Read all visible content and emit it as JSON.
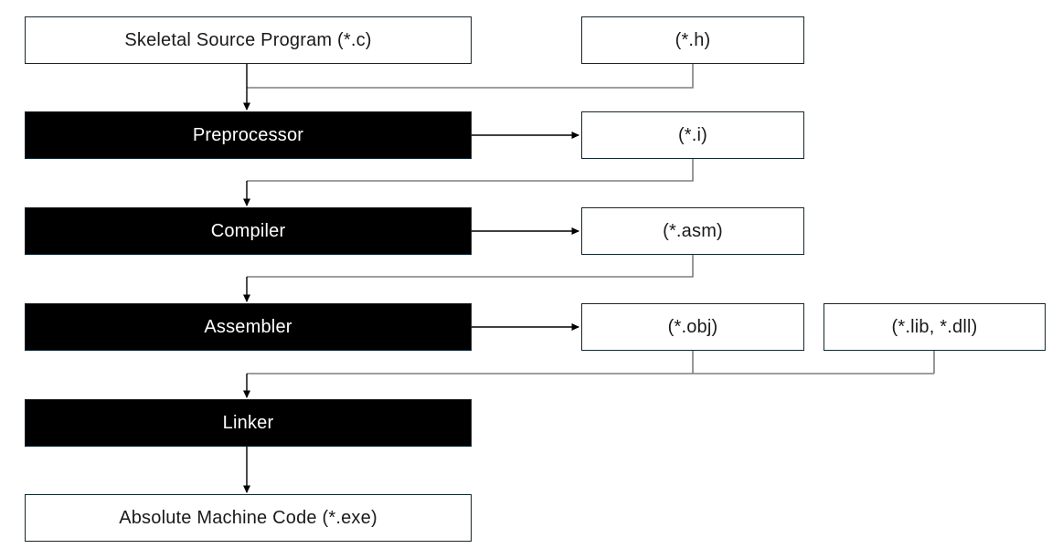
{
  "diagram": {
    "description": "C program build pipeline flowchart",
    "boxes": {
      "source": {
        "label": "Skeletal Source Program (*.c)",
        "type": "artifact"
      },
      "header": {
        "label": "(*.h)",
        "type": "artifact"
      },
      "preprocessor": {
        "label": "Preprocessor",
        "type": "process"
      },
      "preprocessed": {
        "label": "(*.i)",
        "type": "artifact"
      },
      "compiler": {
        "label": "Compiler",
        "type": "process"
      },
      "assembly": {
        "label": "(*.asm)",
        "type": "artifact"
      },
      "assembler": {
        "label": "Assembler",
        "type": "process"
      },
      "object": {
        "label": "(*.obj)",
        "type": "artifact"
      },
      "libraries": {
        "label": "(*.lib, *.dll)",
        "type": "artifact"
      },
      "linker": {
        "label": "Linker",
        "type": "process"
      },
      "executable": {
        "label": "Absolute Machine Code (*.exe)",
        "type": "artifact"
      }
    },
    "edges": [
      {
        "from": "source",
        "to": "preprocessor"
      },
      {
        "from": "header",
        "to": "preprocessor"
      },
      {
        "from": "preprocessor",
        "to": "preprocessed"
      },
      {
        "from": "preprocessed",
        "to": "compiler"
      },
      {
        "from": "compiler",
        "to": "assembly"
      },
      {
        "from": "assembly",
        "to": "assembler"
      },
      {
        "from": "assembler",
        "to": "object"
      },
      {
        "from": "object",
        "to": "linker"
      },
      {
        "from": "libraries",
        "to": "linker"
      },
      {
        "from": "linker",
        "to": "executable"
      }
    ]
  },
  "colors": {
    "bg": "#ffffff",
    "artifact-fill": "#ffffff",
    "artifact-border": "#16262e",
    "artifact-text": "#1a1a1a",
    "process-fill": "#000000",
    "process-border": "#0d212b",
    "process-text": "#ffffff",
    "line-gray": "#7f7f7f",
    "line-black": "#000000"
  }
}
